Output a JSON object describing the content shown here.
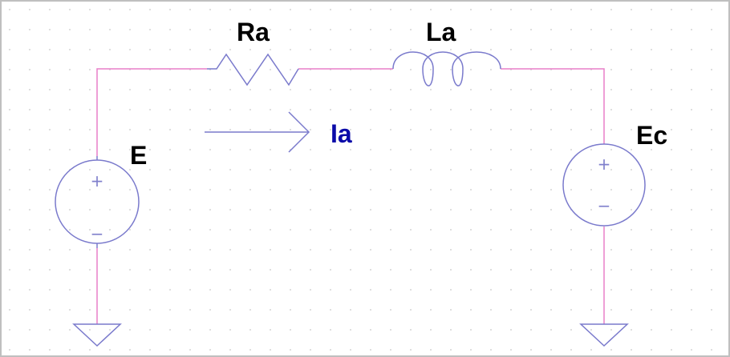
{
  "labels": {
    "resistor": "Ra",
    "inductor": "La",
    "current": "Ia",
    "source_left": "E",
    "source_right": "Ec"
  },
  "signs": {
    "plus": "+",
    "minus": "−"
  },
  "colors": {
    "wire": "#e87fc8",
    "component": "#7a7acc",
    "current_label": "#0a0aa8",
    "label": "#000000",
    "grid_dot": "#c8c8c8",
    "border": "#bfbfbf"
  }
}
